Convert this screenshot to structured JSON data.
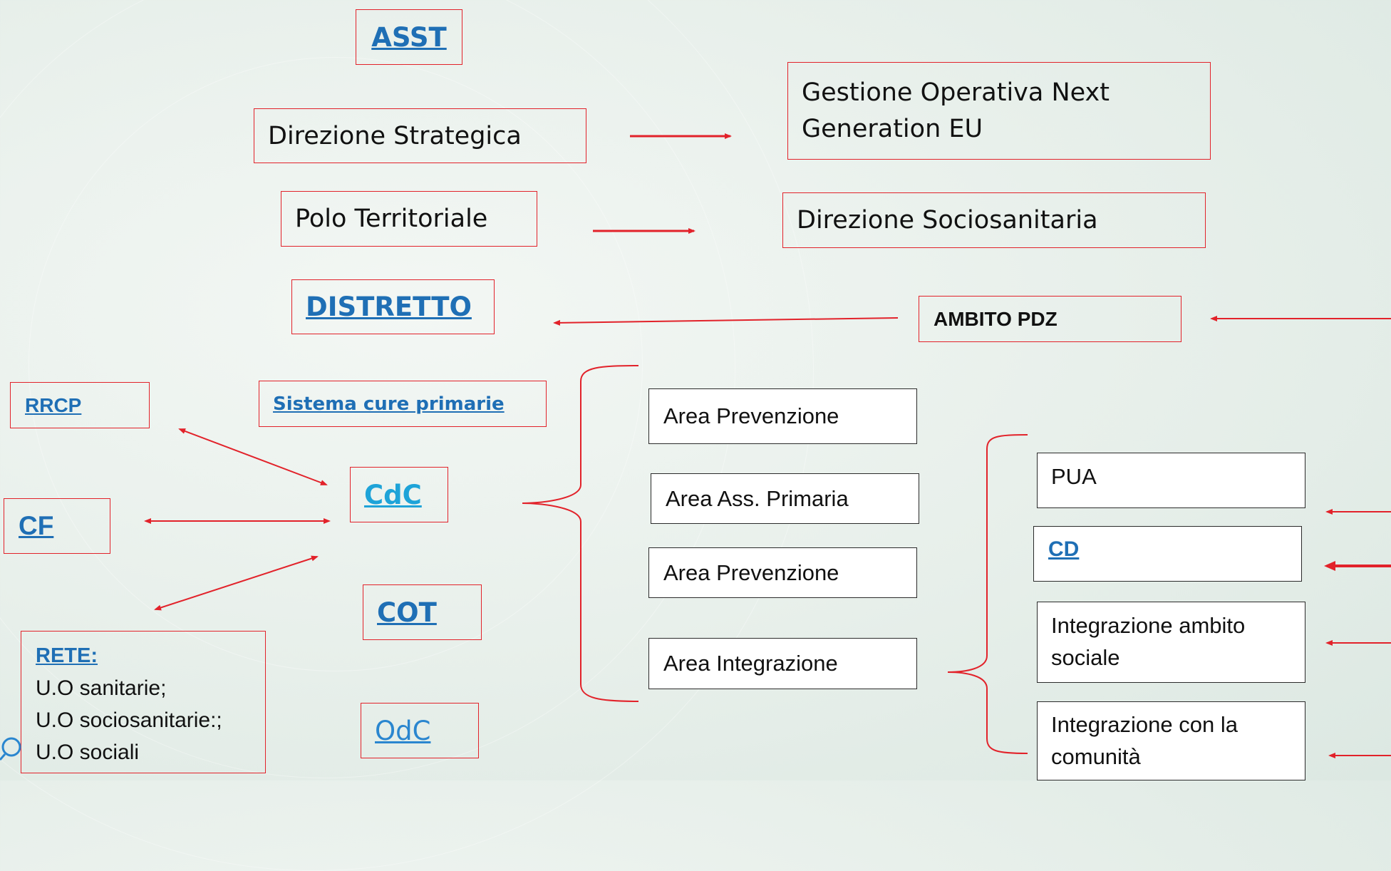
{
  "diagram": {
    "asst": "ASST",
    "direzione_strategica": "Direzione Strategica",
    "gestione_operativa": "Gestione Operativa Next Generation EU",
    "polo_territoriale": "Polo Territoriale",
    "direzione_sociosanitaria": "Direzione Sociosanitaria",
    "distretto": "DISTRETTO",
    "ambito_pdz": "AMBITO PDZ",
    "rrcp": "RRCP",
    "sistema_cure_primarie": "Sistema cure primarie",
    "cf": "CF",
    "cdc": "CdC",
    "cot": "COT",
    "odc": "OdC",
    "rete": {
      "title": "RETE:",
      "items": [
        "U.O sanitarie;",
        "U.O sociosanitarie:;",
        "U.O sociali"
      ]
    },
    "areas": [
      "Area Prevenzione",
      "Area Ass. Primaria",
      "Area Prevenzione",
      "Area Integrazione"
    ],
    "integration_items": [
      "PUA",
      "CD",
      "Integrazione ambito sociale",
      "Integrazione con la comunità"
    ]
  },
  "colors": {
    "accent": "#e2222a",
    "link": "#1f6fb5",
    "cdc": "#1ea3d8"
  },
  "icons": [
    "search-icon"
  ]
}
